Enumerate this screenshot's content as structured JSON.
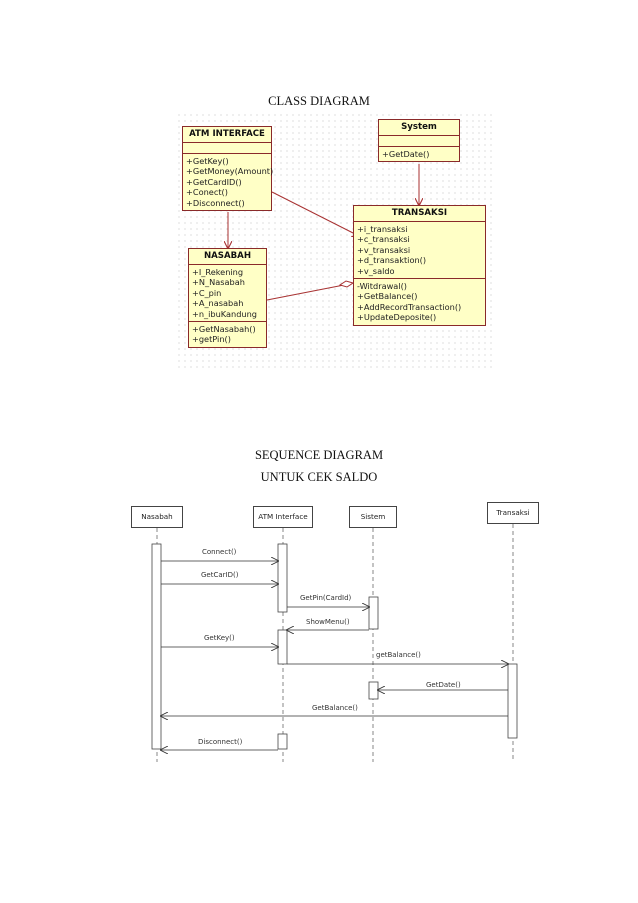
{
  "class_heading": "CLASS DIAGRAM",
  "sequence_heading_line1": "SEQUENCE DIAGRAM",
  "sequence_heading_line2": "UNTUK CEK SALDO",
  "classes": {
    "atm": {
      "name": "ATM INTERFACE",
      "attributes": [],
      "operations": [
        "+GetKey()",
        "+GetMoney(Amount)",
        "+GetCardID()",
        "+Conect()",
        "+Disconnect()"
      ]
    },
    "system": {
      "name": "System",
      "attributes": [],
      "operations": [
        "+GetDate()"
      ]
    },
    "nasabah": {
      "name": "NASABAH",
      "attributes": [
        "+I_Rekening",
        "+N_Nasabah",
        "+C_pin",
        "+A_nasabah",
        "+n_ibuKandung"
      ],
      "operations": [
        "+GetNasabah()",
        "+getPin()"
      ]
    },
    "transaksi": {
      "name": "TRANSAKSI",
      "attributes": [
        "+i_transaksi",
        "+c_transaksi",
        "+v_transaksi",
        "+d_transaktion()",
        "+v_saldo"
      ],
      "operations": [
        "-Witdrawal()",
        "+GetBalance()",
        "+AddRecordTransaction()",
        "+UpdateDeposite()"
      ]
    }
  },
  "lifelines": {
    "nasabah": "Nasabah",
    "atm": "ATM Interface",
    "sistem": "Sistem",
    "transaksi": "Transaksi"
  },
  "messages": {
    "connect": "Connect()",
    "getcarid": "GetCarID()",
    "getpin": "GetPin(CardId)",
    "showmenu": "ShowMenu()",
    "getkey": "GetKey()",
    "getbalance_call": "getBalance()",
    "getdate": "GetDate()",
    "getbalance_return": "GetBalance()",
    "disconnect": "Disconnect()"
  },
  "colors": {
    "class_fill": "#ffffc6",
    "class_border": "#8a2a2a",
    "association": "#a83232"
  }
}
